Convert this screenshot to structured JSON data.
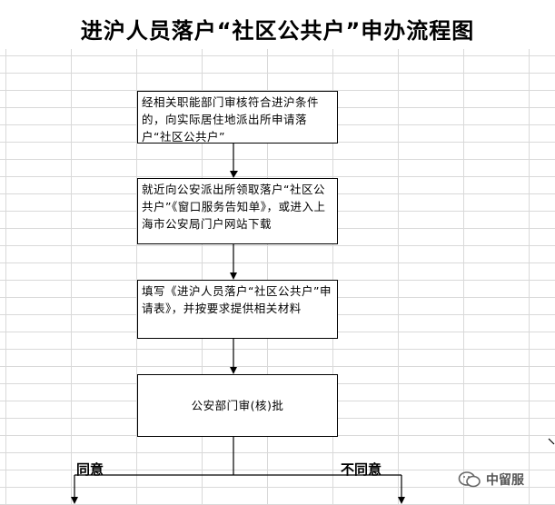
{
  "title": "进沪人员落户“社区公共户”申办流程图",
  "steps": [
    {
      "text": "经相关职能部门审核符合进沪条件的，向实际居住地派出所申请落户“社区公共户”"
    },
    {
      "text": "就近向公安派出所领取落户“社区公共户”《窗口服务告知单》，或进入上海市公安局门户网站下载"
    },
    {
      "text": "填写《进沪人员落户“社区公共户”申请表》，并按要求提供相关材料"
    },
    {
      "text": "公安部门审(核)批"
    }
  ],
  "branches": {
    "agree": "同意",
    "disagree": "不同意"
  },
  "watermark": {
    "text": "中留服",
    "icon": "wechat-icon"
  }
}
